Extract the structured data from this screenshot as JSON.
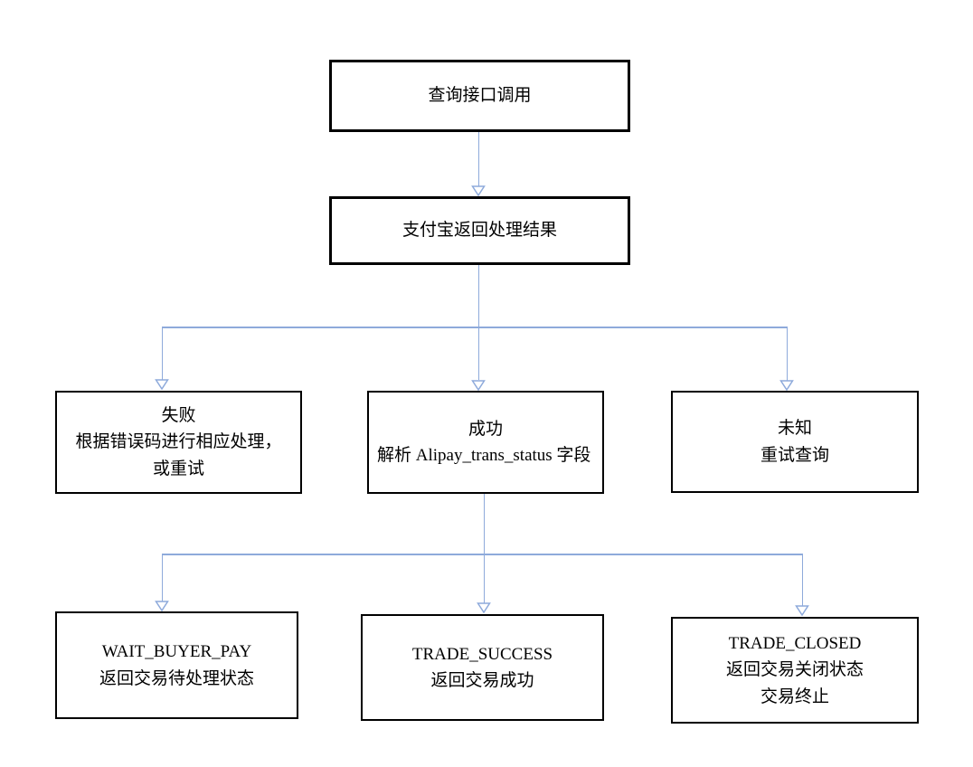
{
  "diagram": {
    "type": "flowchart",
    "connector_color": "#8EAADB",
    "box_border_color": "#000000",
    "box_fill_color": "#FFFFFF",
    "background_color": "#FFFFFF",
    "nodes": {
      "query": "查询接口调用",
      "result": "支付宝返回处理结果",
      "fail": "失败\n根据错误码进行相应处理，\n或重试",
      "success_title": "成功",
      "success_body": "解析 Alipay_trans_status 字段",
      "unknown": "未知\n重试查询",
      "wait_buyer_pay": "WAIT_BUYER_PAY\n返回交易待处理状态",
      "trade_success": "TRADE_SUCCESS\n返回交易成功",
      "trade_closed": "TRADE_CLOSED\n返回交易关闭状态\n交易终止"
    },
    "edges": [
      {
        "from": "query",
        "to": "result"
      },
      {
        "from": "result",
        "to": "fail"
      },
      {
        "from": "result",
        "to": "success"
      },
      {
        "from": "result",
        "to": "unknown"
      },
      {
        "from": "success",
        "to": "wait_buyer_pay"
      },
      {
        "from": "success",
        "to": "trade_success"
      },
      {
        "from": "success",
        "to": "trade_closed"
      }
    ]
  }
}
